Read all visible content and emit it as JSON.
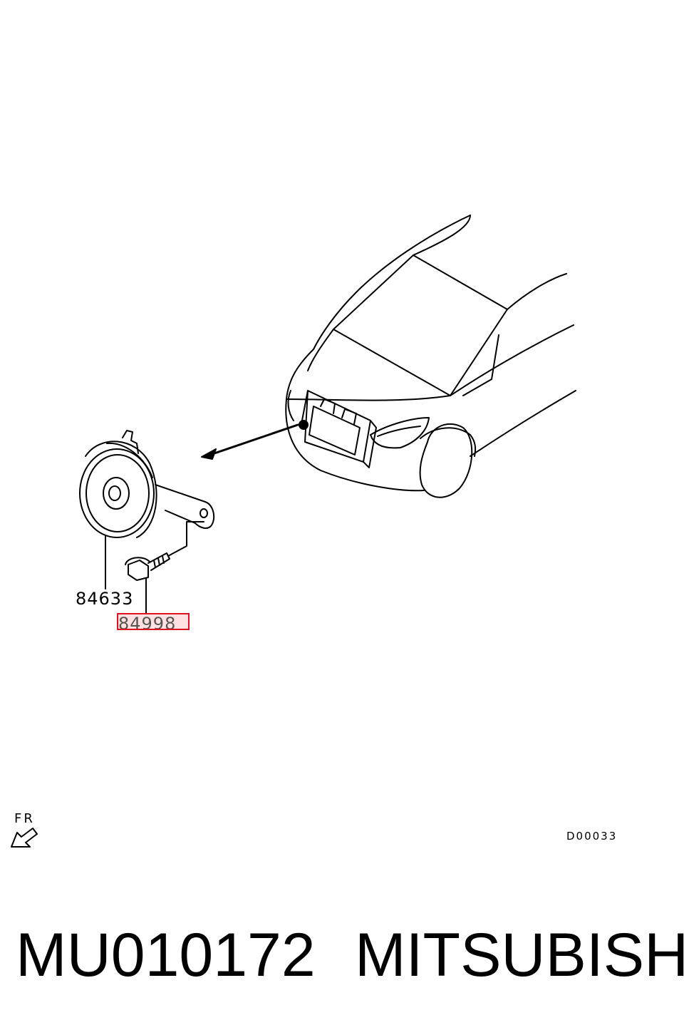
{
  "callouts": {
    "horn_part": "84633",
    "bolt_part": "84998"
  },
  "orientation": {
    "label": "FR"
  },
  "drawing_code": "D00033",
  "footer": {
    "part_number": "MU010172",
    "brand": "MITSUBISHI"
  },
  "colors": {
    "line": "#000000",
    "highlight_border": "#e0141e",
    "highlight_fill": "#ffaaaa"
  }
}
